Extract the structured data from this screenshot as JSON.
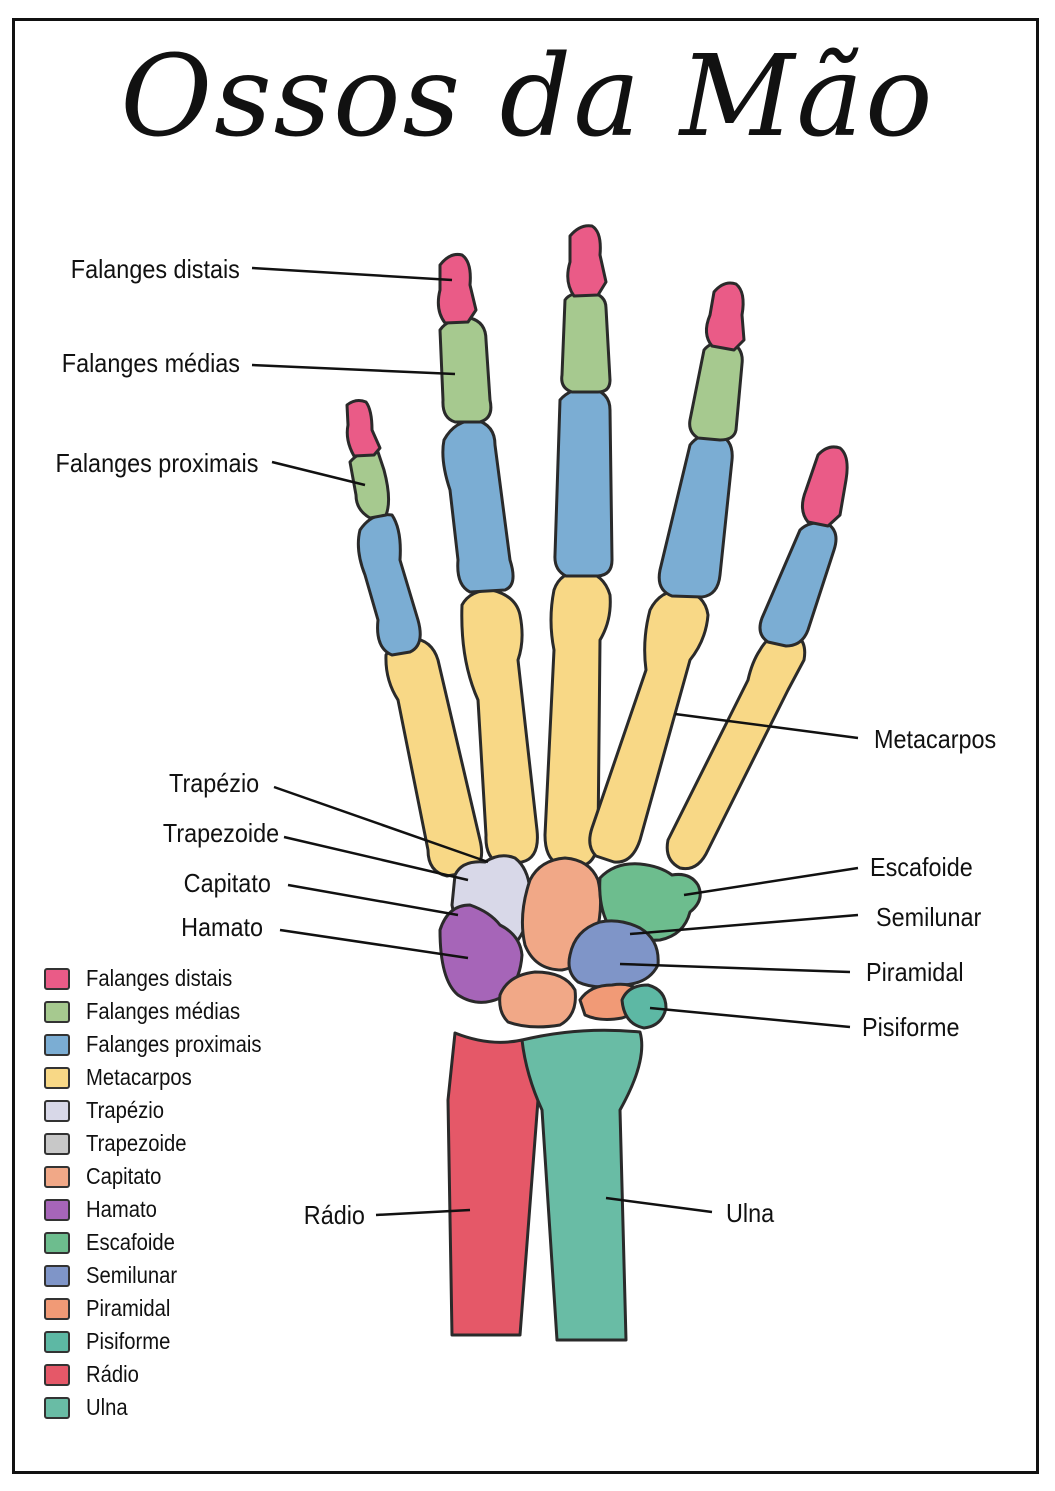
{
  "title": "Ossos da Mão",
  "colors": {
    "distal": "#EA5B87",
    "middle": "#A6C98F",
    "proximal": "#7BADD3",
    "metacarpal": "#F8D886",
    "trapezio": "#D8D8E8",
    "capitato": "#F1A887",
    "hamato": "#A665B8",
    "escafoide": "#6DBD8E",
    "semilunar": "#7F95C8",
    "piramidal": "#F19A76",
    "pisiforme": "#5DB8A4",
    "radio": "#E55868",
    "ulna": "#69BCA5",
    "outline": "#2a2a2a"
  },
  "labels": {
    "falanges_distais": "Falanges distais",
    "falanges_medias": "Falanges médias",
    "falanges_proximais": "Falanges proximais",
    "metacarpos": "Metacarpos",
    "trapezio": "Trapézio",
    "trapezoide": "Trapezoide",
    "capitato": "Capitato",
    "hamato": "Hamato",
    "escafoide": "Escafoide",
    "semilunar": "Semilunar",
    "piramidal": "Piramidal",
    "pisiforme": "Pisiforme",
    "radio": "Rádio",
    "ulna": "Ulna"
  },
  "legend": [
    {
      "label": "Falanges distais",
      "color": "#EA5B87"
    },
    {
      "label": "Falanges médias",
      "color": "#A6C98F"
    },
    {
      "label": "Falanges proximais",
      "color": "#7BADD3"
    },
    {
      "label": "Metacarpos",
      "color": "#F8D886"
    },
    {
      "label": "Trapézio",
      "color": "#D8D8E8"
    },
    {
      "label": "Trapezoide",
      "color": "#C8C8C8"
    },
    {
      "label": "Capitato",
      "color": "#F1A887"
    },
    {
      "label": "Hamato",
      "color": "#A665B8"
    },
    {
      "label": "Escafoide",
      "color": "#6DBD8E"
    },
    {
      "label": "Semilunar",
      "color": "#7F95C8"
    },
    {
      "label": "Piramidal",
      "color": "#F19A76"
    },
    {
      "label": "Pisiforme",
      "color": "#5DB8A4"
    },
    {
      "label": "Rádio",
      "color": "#E55868"
    },
    {
      "label": "Ulna",
      "color": "#69BCA5"
    }
  ]
}
